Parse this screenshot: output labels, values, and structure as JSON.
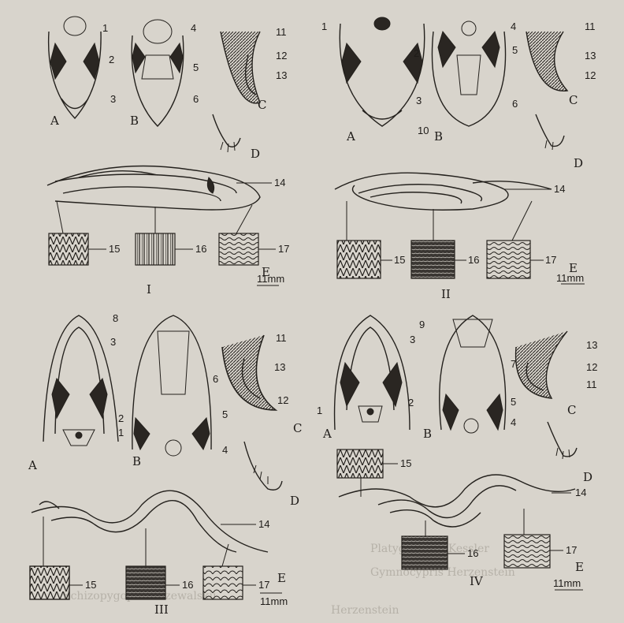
{
  "figure": {
    "panels": [
      {
        "id": "I",
        "roman": "I"
      },
      {
        "id": "II",
        "roman": "II"
      },
      {
        "id": "III",
        "roman": "III"
      },
      {
        "id": "IV",
        "roman": "IV"
      }
    ],
    "view_letters": [
      "A",
      "B",
      "C",
      "D",
      "E"
    ],
    "numbers": [
      "1",
      "2",
      "3",
      "4",
      "5",
      "6",
      "7",
      "8",
      "9",
      "10",
      "11",
      "12",
      "13",
      "14",
      "15",
      "16",
      "17"
    ],
    "scale_bar": "11mm",
    "bleed_through_text": [
      "Platyglossum   Kessler",
      "Gymnocypris   Herzenstein",
      "Schizopygopsis   Przewalskii",
      "Herzenstein"
    ]
  }
}
